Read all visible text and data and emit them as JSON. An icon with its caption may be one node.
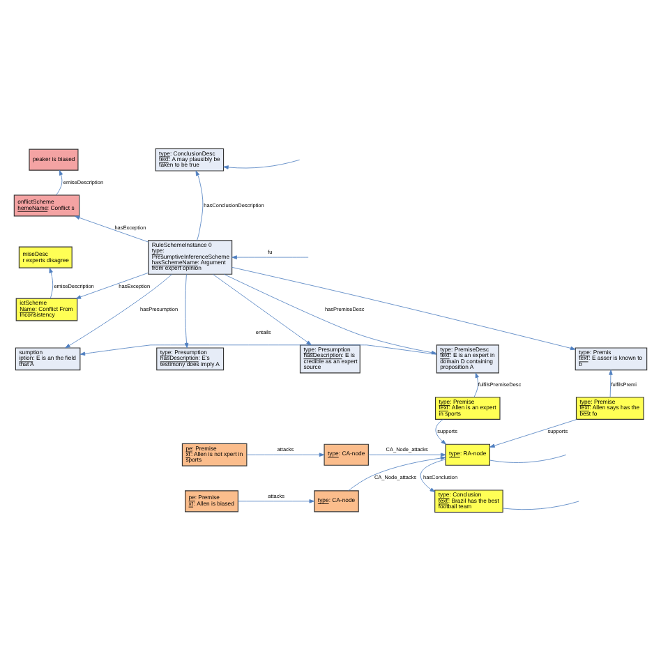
{
  "diagram": {
    "nodes": [
      {
        "text": [
          "peaker is biased"
        ]
      },
      {
        "text": [
          "onflictScheme",
          "hemeName: Conflict s"
        ]
      },
      {
        "text": [
          "miseDesc",
          "r experts disagree"
        ]
      },
      {
        "text": [
          "ictScheme",
          "Name: Conflict From Inconsistency"
        ]
      },
      {
        "text": [
          "type: ConclusionDesc",
          "text: A may plausibly be taken to be true"
        ]
      },
      {
        "text": [
          "RuleSchemeInstance 0",
          "type: PresumptiveInferenceScheme",
          "hasSchemeName: Argument from expert opinion"
        ]
      },
      {
        "text": [
          "sumption",
          "iption: E is an the field that A"
        ]
      },
      {
        "text": [
          "type: Presumption",
          "hasDescription: E's testimony does imply A"
        ]
      },
      {
        "text": [
          "type: Presumption",
          "hasDescription: E is credible as an expert source"
        ]
      },
      {
        "text": [
          "type: PremiseDesc",
          "text: E is an expert in domain D containing proposition A"
        ]
      },
      {
        "text": [
          "type: Premis",
          "text: E asser is known to b"
        ]
      },
      {
        "text": [
          "type: Premise",
          "text: Allen is an expert in sports"
        ]
      },
      {
        "text": [
          "type: Premise",
          "text: Allen says has the best fo"
        ]
      },
      {
        "text": [
          "pe: Premise",
          "xt: Allen is not xpert in sports"
        ]
      },
      {
        "text": [
          "pe: Premise",
          "xt: Allen is biased"
        ]
      },
      {
        "text": [
          "type: CA-node"
        ]
      },
      {
        "text": [
          "type: CA-node"
        ]
      },
      {
        "text": [
          "type: RA-node"
        ]
      },
      {
        "text": [
          "type: Conclusion",
          "text: Brazil has the best football team"
        ]
      }
    ],
    "edges": [
      {
        "from": 1,
        "to": 0,
        "arrow": "to",
        "label": "emiseDescription"
      },
      {
        "from": 3,
        "to": 2,
        "arrow": "to",
        "label": "emiseDescription"
      },
      {
        "from": 5,
        "to": 1,
        "arrow": "to",
        "label": "hasException"
      },
      {
        "from": 5,
        "to": 3,
        "arrow": "to",
        "label": "hasException"
      },
      {
        "from": 5,
        "to": 4,
        "arrow": "to",
        "label": "hasConclusionDescription"
      },
      {
        "from": null,
        "to": 4,
        "arrow": "to"
      },
      {
        "from": null,
        "to": 5,
        "arrow": "to",
        "label": "fu"
      },
      {
        "from": 5,
        "to": 6,
        "arrow": "to",
        "label": "hasPresumption"
      },
      {
        "from": 5,
        "to": 7,
        "arrow": "to"
      },
      {
        "from": 5,
        "to": 8,
        "arrow": "to"
      },
      {
        "from": 5,
        "to": 9,
        "arrow": "to",
        "label": "hasPremiseDesc"
      },
      {
        "from": 5,
        "to": 10,
        "arrow": "to"
      },
      {
        "from": 9,
        "to": 6,
        "arrow": "to",
        "label": "entails"
      },
      {
        "from": 11,
        "to": 9,
        "arrow": "to",
        "label": "fulfilsPremiseDesc"
      },
      {
        "from": 12,
        "to": 10,
        "arrow": "to",
        "label": "fulfilsPremi"
      },
      {
        "from": 13,
        "to": 15,
        "arrow": "to",
        "label": "attacks"
      },
      {
        "from": 14,
        "to": 16,
        "arrow": "to",
        "label": "attacks"
      },
      {
        "from": 15,
        "to": 17,
        "arrow": "to",
        "label": "CA_Node_attacks"
      },
      {
        "from": 16,
        "to": 17,
        "arrow": "to",
        "label": "CA_Node_attacks"
      },
      {
        "from": 11,
        "to": 17,
        "arrow": "to",
        "label": "supports"
      },
      {
        "from": 12,
        "to": 17,
        "arrow": "to",
        "label": "supports"
      },
      {
        "from": 17,
        "to": 18,
        "arrow": "to",
        "label": "hasConclusion"
      },
      {
        "from": 17,
        "to": null,
        "arrow": "none"
      },
      {
        "from": 18,
        "to": null,
        "arrow": "none"
      }
    ]
  }
}
